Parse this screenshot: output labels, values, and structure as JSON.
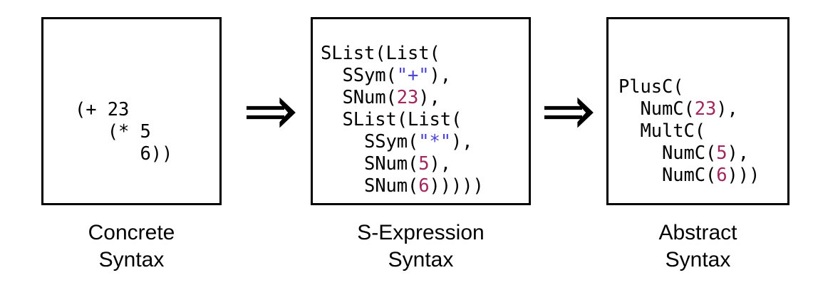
{
  "background_color": "#ffffff",
  "ink_color": "#000000",
  "palette": {
    "string_literal": "#4b45d8",
    "number_literal": "#a0285c",
    "border": "#000000",
    "text": "#000000"
  },
  "stages": [
    {
      "id": "concrete",
      "caption": "Concrete\nSyntax",
      "caption_line_1": "Concrete",
      "caption_line_2": "Syntax",
      "code_plain": "(+ 23\n   (* 5\n      6))",
      "code_lines": [
        "(+ 23",
        "   (* 5",
        "      6))"
      ]
    },
    {
      "id": "s-expression",
      "caption": "S-Expression\nSyntax",
      "caption_line_1": "S-Expression",
      "caption_line_2": "Syntax",
      "code_plain": "SList(List(\n  SSym(\"+\"),\n  SNum(23),\n  SList(List(\n    SSym(\"*\"),\n    SNum(5),\n    SNum(6)))))",
      "code_lines": [
        "SList(List(",
        "  SSym(\"+\"),",
        "  SNum(23),",
        "  SList(List(",
        "    SSym(\"*\"),",
        "    SNum(5),",
        "    SNum(6)))))"
      ],
      "literals": {
        "symbols": [
          "\"+\"",
          "\"*\""
        ],
        "numbers": [
          "23",
          "5",
          "6"
        ]
      }
    },
    {
      "id": "abstract",
      "caption": "Abstract\nSyntax",
      "caption_line_1": "Abstract",
      "caption_line_2": "Syntax",
      "code_plain": "PlusC(\n  NumC(23),\n  MultC(\n    NumC(5),\n    NumC(6)))",
      "code_lines": [
        "PlusC(",
        "  NumC(23),",
        "  MultC(",
        "    NumC(5),",
        "    NumC(6)))"
      ],
      "literals": {
        "numbers": [
          "23",
          "5",
          "6"
        ]
      }
    }
  ],
  "arrows": [
    {
      "id": "arrow-1",
      "glyph": "⟹",
      "name": "double-right-arrow"
    },
    {
      "id": "arrow-2",
      "glyph": "⟹",
      "name": "double-right-arrow"
    }
  ]
}
